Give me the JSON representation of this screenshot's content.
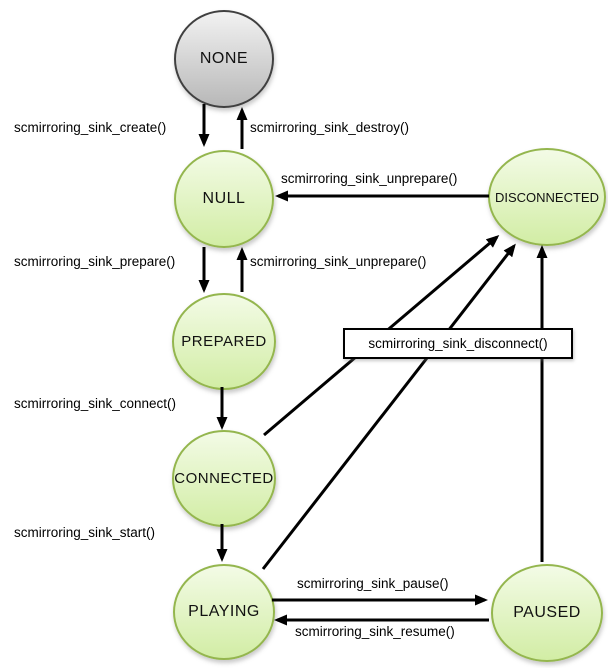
{
  "states": {
    "none": "NONE",
    "null": "NULL",
    "prepared": "PREPARED",
    "connected": "CONNECTED",
    "playing": "PLAYING",
    "paused": "PAUSED",
    "disconnected": "DISCONNECTED"
  },
  "transitions": {
    "create": "scmirroring_sink_create()",
    "destroy": "scmirroring_sink_destroy()",
    "unprepare_from_disconnected": "scmirroring_sink_unprepare()",
    "prepare": "scmirroring_sink_prepare()",
    "unprepare_from_prepared": "scmirroring_sink_unprepare()",
    "connect": "scmirroring_sink_connect()",
    "start": "scmirroring_sink_start()",
    "pause": "scmirroring_sink_pause()",
    "resume": "scmirroring_sink_resume()",
    "disconnect": "scmirroring_sink_disconnect()"
  },
  "colors": {
    "background": "#ffffff",
    "arrow": "#000000",
    "state_border": "#94b64e",
    "state_fill_top": "#f3fbe6",
    "state_fill_bottom": "#d2eda5",
    "none_border": "#404040",
    "none_fill_top": "#f2f2f2",
    "none_fill_bottom": "#b8b8b8"
  }
}
